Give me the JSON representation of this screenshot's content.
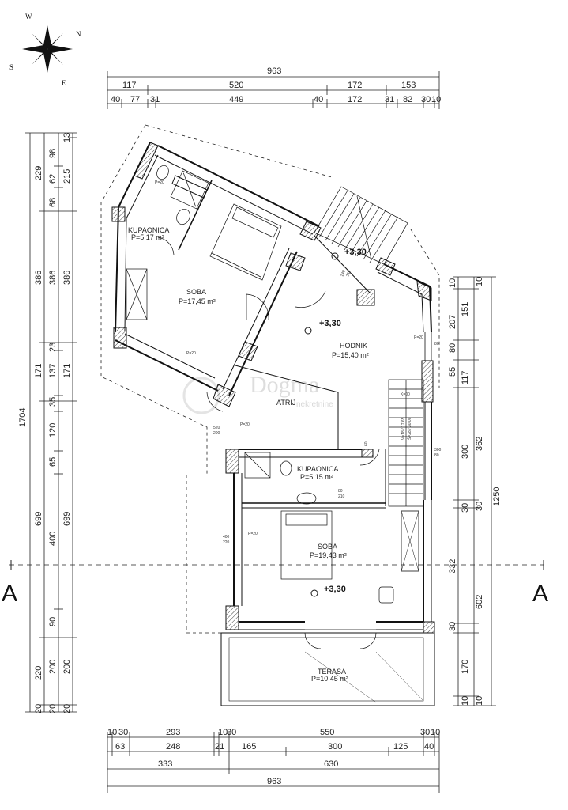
{
  "watermark": {
    "brand": "Dogma",
    "sub": "nekretnine"
  },
  "compass": {
    "n": "N",
    "e": "E",
    "s": "S",
    "w": "W"
  },
  "section": {
    "left": "A",
    "right": "A"
  },
  "top_dims": {
    "total": "963",
    "row1": [
      "117",
      "520",
      "172",
      "153"
    ],
    "row2": [
      "40",
      "77",
      "31",
      "449",
      "40",
      "172",
      "31",
      "82",
      "30",
      "10"
    ]
  },
  "bottom_dims": {
    "row1": [
      "10",
      "30",
      "293",
      "10",
      "30",
      "550",
      "30",
      "10"
    ],
    "row2": [
      "63",
      "248",
      "21",
      "165",
      "300",
      "125",
      "40"
    ],
    "row3": [
      "333",
      "630"
    ],
    "total": "963"
  },
  "left_dims": {
    "total": "1704",
    "outer": [
      "229",
      "386",
      "171",
      "699",
      "220",
      "20"
    ],
    "middle": [
      "98",
      "62",
      "68",
      "386",
      "23",
      "137",
      "35",
      "120",
      "65",
      "400",
      "90",
      "200",
      "20"
    ],
    "inner": [
      "13",
      "215",
      "386",
      "171",
      "699",
      "200",
      "20"
    ]
  },
  "right_dims": {
    "total": "1250",
    "outer": [
      "10",
      "362",
      "30",
      "602",
      "10"
    ],
    "middle": [
      "151",
      "117",
      "300",
      "30",
      "170",
      "10"
    ],
    "inner": [
      "10",
      "207",
      "80",
      "55",
      "332",
      "30"
    ]
  },
  "rooms": {
    "kupaonica_top": {
      "name": "KUPAONICA",
      "area": "P=5,17 m²"
    },
    "soba_top": {
      "name": "SOBA",
      "area": "P=17,45 m²"
    },
    "hodnik": {
      "name": "HODNIK",
      "area": "P=15,40 m²"
    },
    "atrij": {
      "name": "ATRIJ"
    },
    "kupaonica_bottom": {
      "name": "KUPAONICA",
      "area": "P=5,15 m²"
    },
    "soba_bottom": {
      "name": "SOBA",
      "area": "P=19,43 m²"
    },
    "terasa": {
      "name": "TERASA",
      "area": "P=10,45 m²"
    }
  },
  "levels": [
    "+3,30",
    "+3,30",
    "+3,30"
  ],
  "small_labels": {
    "p20": "P=20",
    "d520": "520",
    "d200": "200",
    "d80": "80",
    "d210": "210",
    "d400": "400",
    "d220": "220",
    "d300": "300",
    "d140": "140",
    "d60": "60",
    "kxx": "K=00",
    "stair1": "V=18 / 17,65",
    "stair2": "Š=28 / 30,00"
  }
}
